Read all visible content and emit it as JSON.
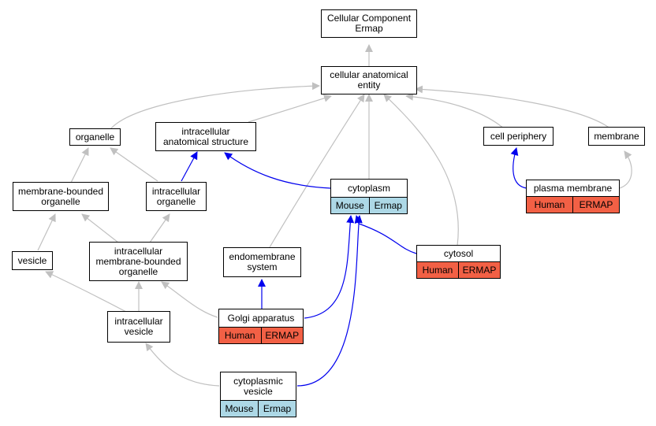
{
  "colors": {
    "gray_edge": "#c0c0c0",
    "blue_edge": "#0000ee",
    "mouse": "#add8e6",
    "human": "#f26045"
  },
  "nodes": {
    "root": {
      "label": "Cellular Component\nErmap"
    },
    "cae": {
      "label": "cellular anatomical\nentity"
    },
    "organelle": {
      "label": "organelle"
    },
    "ias": {
      "label": "intracellular\nanatomical structure"
    },
    "cellperiph": {
      "label": "cell periphery"
    },
    "membrane": {
      "label": "membrane"
    },
    "mbo": {
      "label": "membrane-bounded\norganelle"
    },
    "io": {
      "label": "intracellular\norganelle"
    },
    "cytoplasm": {
      "label": "cytoplasm",
      "tags": [
        "Mouse",
        "Ermap"
      ]
    },
    "plasma": {
      "label": "plasma membrane",
      "tags": [
        "Human",
        "ERMAP"
      ]
    },
    "vesicle": {
      "label": "vesicle"
    },
    "imbo": {
      "label": "intracellular\nmembrane-bounded\norganelle"
    },
    "endo": {
      "label": "endomembrane\nsystem"
    },
    "cytosol": {
      "label": "cytosol",
      "tags": [
        "Human",
        "ERMAP"
      ]
    },
    "golgi": {
      "label": "Golgi apparatus",
      "tags": [
        "Human",
        "ERMAP"
      ]
    },
    "iv": {
      "label": "intracellular\nvesicle"
    },
    "cv": {
      "label": "cytoplasmic\nvesicle",
      "tags": [
        "Mouse",
        "Ermap"
      ]
    }
  }
}
